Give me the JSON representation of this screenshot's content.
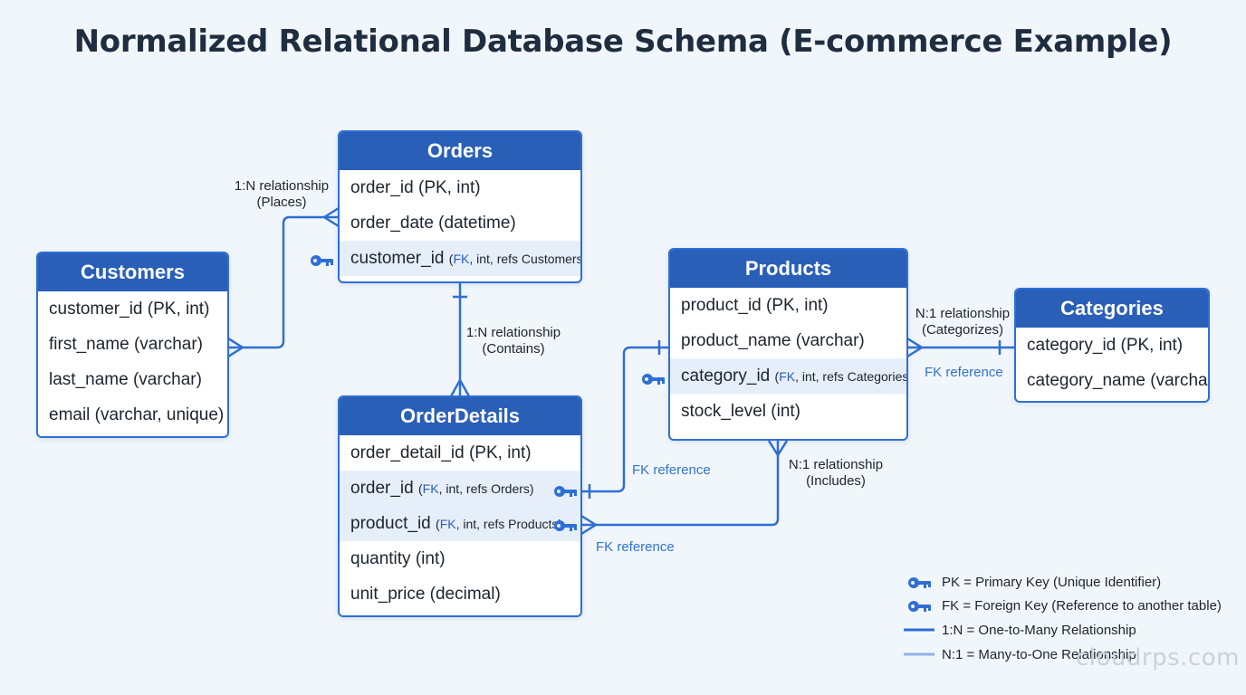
{
  "title": "Normalized Relational Database Schema (E-commerce Example)",
  "colors": {
    "accent": "#2e6fd6",
    "header": "#2a5fb8",
    "fk_row": "#e6eefa",
    "background": "#f1f6fb",
    "reference_text": "#2f74cf"
  },
  "tables": {
    "orders": {
      "name": "Orders",
      "fields": [
        "order_id (PK, int)",
        "order_date (datetime)"
      ],
      "fk_field": {
        "name": "customer_id",
        "tag": "FK",
        "detail": ", int, refs Customers)"
      }
    },
    "customers": {
      "name": "Customers",
      "fields": [
        "customer_id (PK, int)",
        "first_name (varchar)",
        "last_name (varchar)",
        "email (varchar, unique)"
      ]
    },
    "products": {
      "name": "Products",
      "fields": [
        "product_id (PK, int)",
        "product_name (varchar)"
      ],
      "fk_field": {
        "name": "category_id",
        "tag": "FK",
        "detail": ", int, refs Categories)"
      },
      "fields_after": [
        "stock_level (int)"
      ]
    },
    "categories": {
      "name": "Categories",
      "fields": [
        "category_id (PK, int)",
        "category_name (varchar)"
      ]
    },
    "orderdetails": {
      "name": "OrderDetails",
      "fields": [
        "order_detail_id (PK, int)"
      ],
      "fk_fields": [
        {
          "name": "order_id",
          "tag": "FK",
          "detail": ", int, refs Orders)"
        },
        {
          "name": "product_id",
          "tag": "FK",
          "detail": ", int, refs Products)"
        }
      ],
      "fields_after": [
        "quantity (int)",
        "unit_price (decimal)"
      ]
    }
  },
  "relationships": {
    "places": {
      "line1": "1:N relationship",
      "line2": "(Places)"
    },
    "contains": {
      "line1": "1:N relationship",
      "line2": "(Contains)"
    },
    "categorizes": {
      "line1": "N:1 relationship",
      "line2": "(Categorizes)"
    },
    "includes": {
      "line1": "N:1 relationship",
      "line2": "(Includes)"
    }
  },
  "fk_references": {
    "categories": "FK reference",
    "order_id": "FK reference",
    "product_id": "FK reference"
  },
  "icons": {
    "key": "key-icon",
    "crows_foot": "crows-foot-icon"
  },
  "legend": [
    {
      "symbol": "key-icon",
      "text": "PK = Primary Key (Unique Identifier)"
    },
    {
      "symbol": "key-icon",
      "text": "FK = Foreign Key (Reference to another table)"
    },
    {
      "symbol": "solid-line",
      "text": "1:N = One-to-Many Relationship"
    },
    {
      "symbol": "light-line",
      "text": "N:1 = Many-to-One Relationship"
    }
  ],
  "watermark": "cloudrps.com"
}
